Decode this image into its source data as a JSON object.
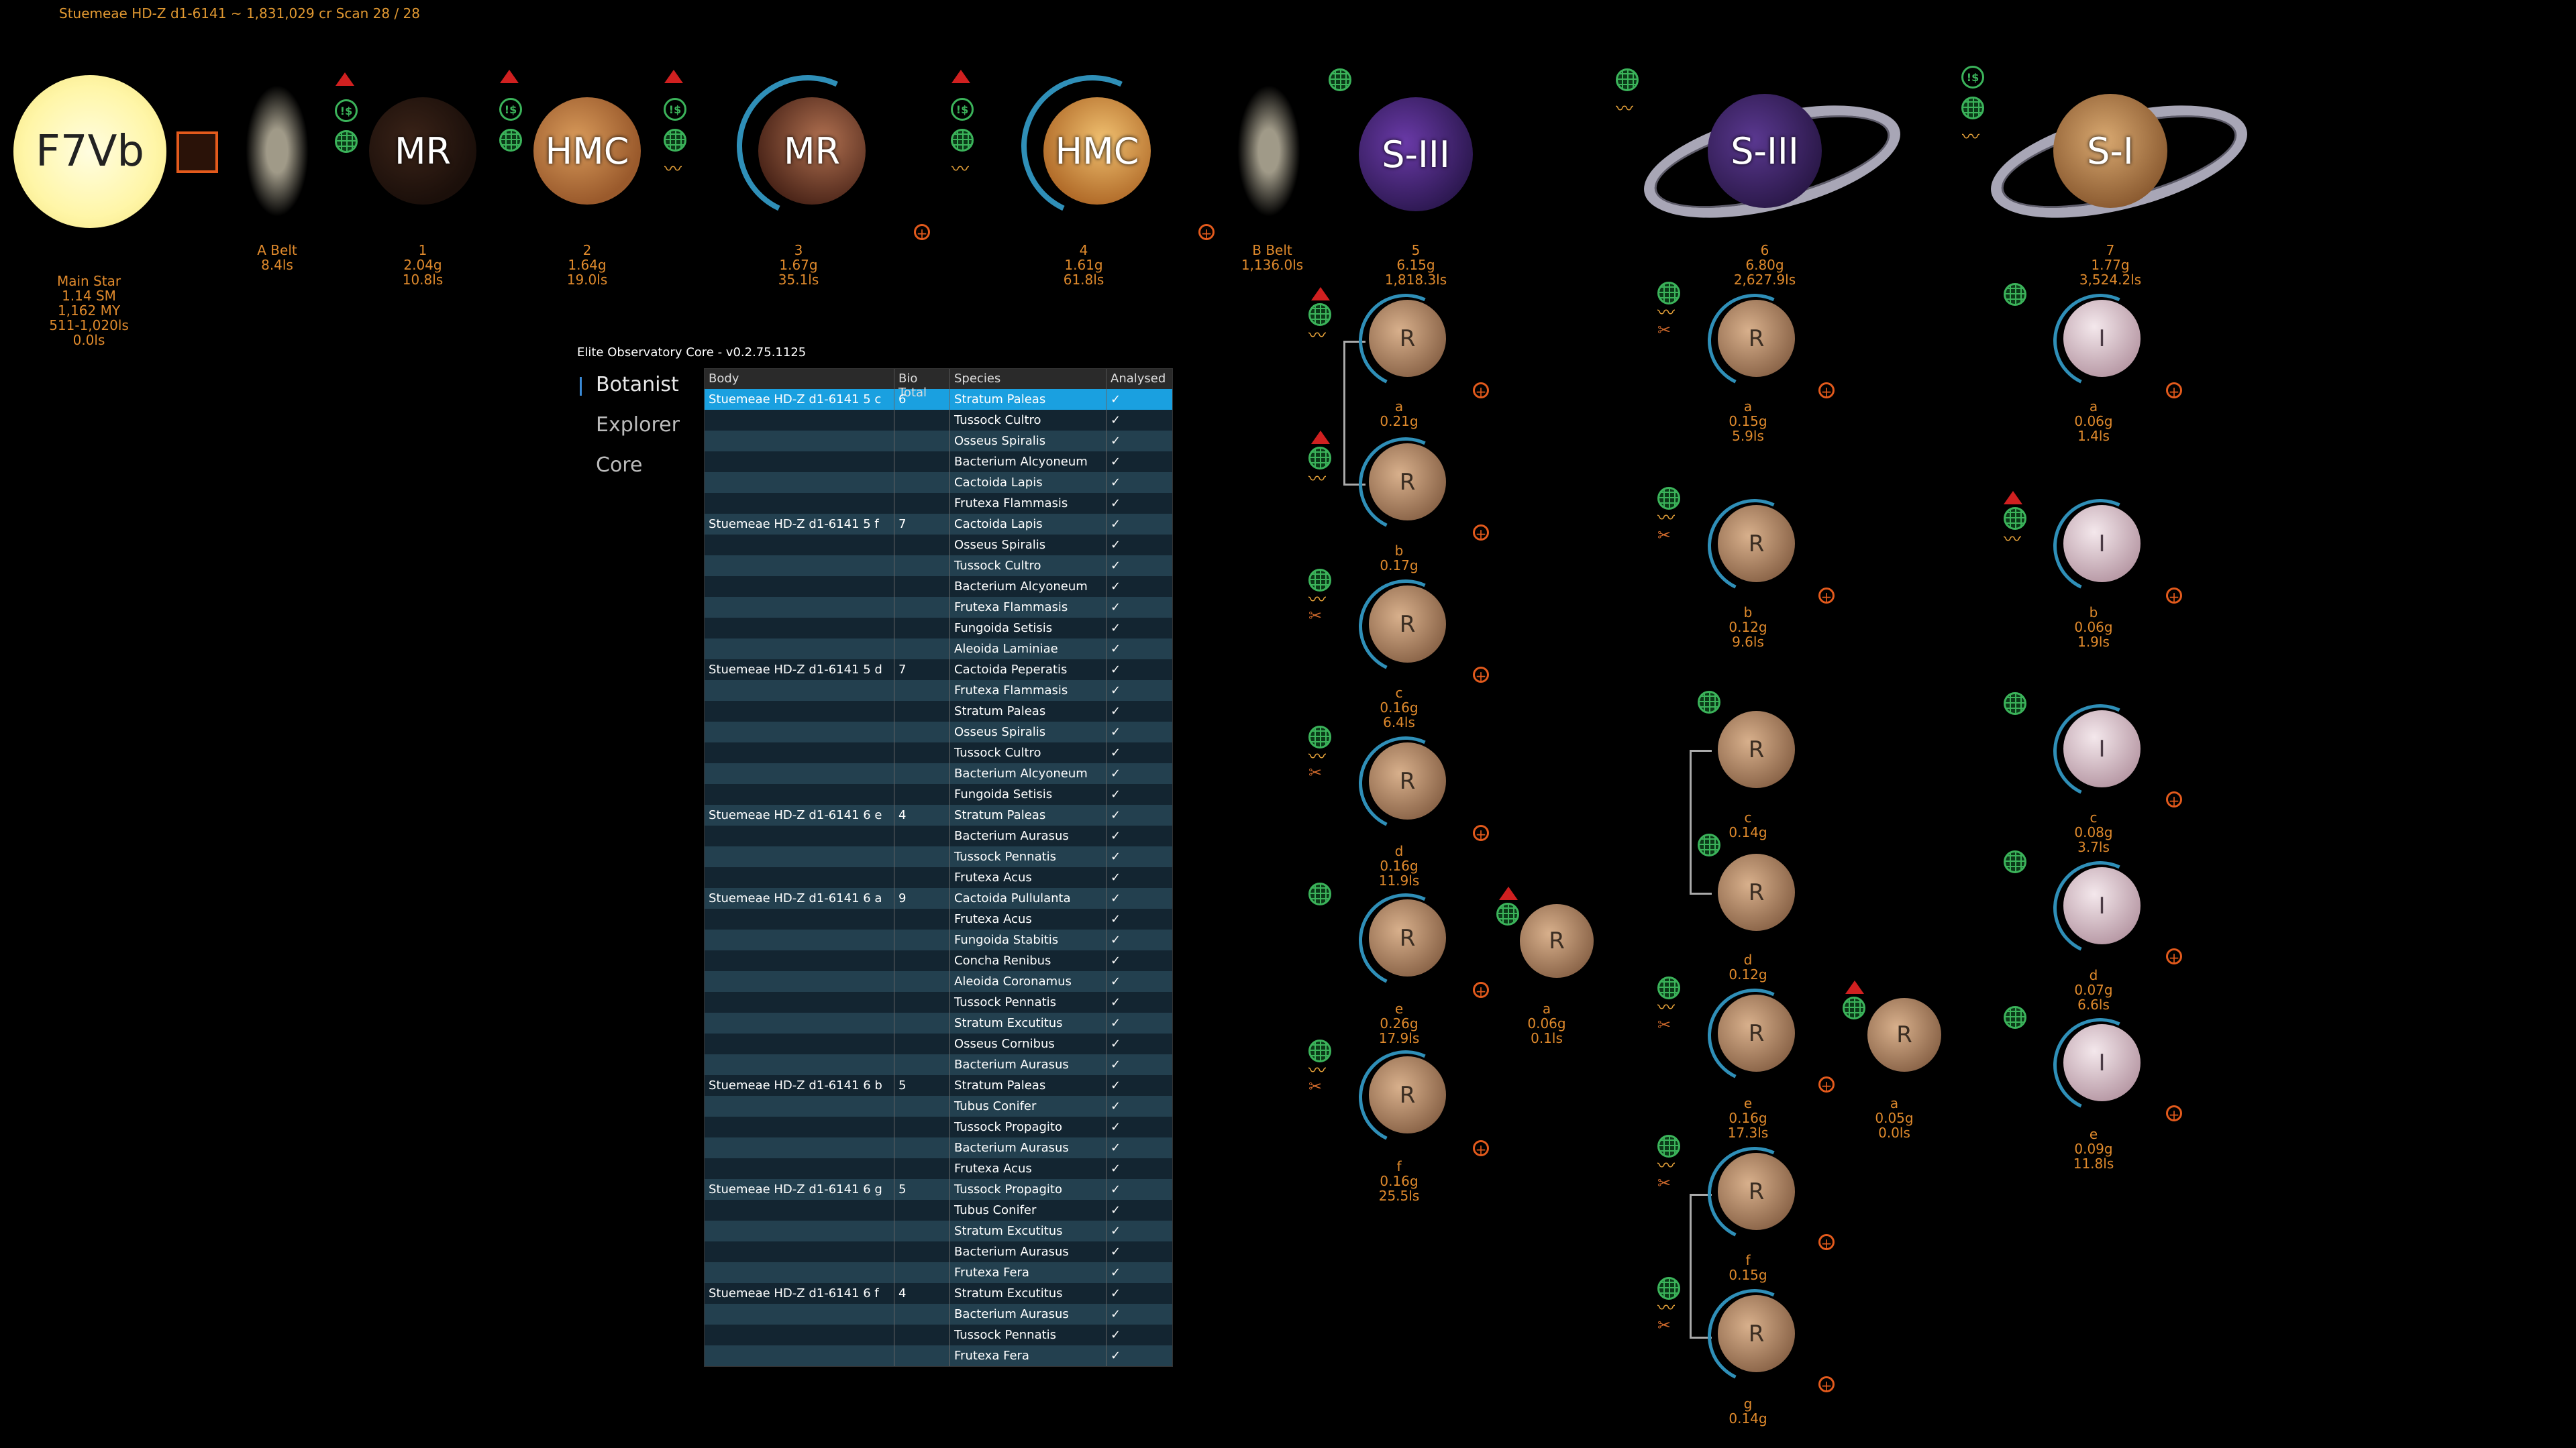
{
  "header": {
    "title": "Stuemeae HD-Z d1-6141 ~ 1,831,029 cr Scan 28 / 28"
  },
  "star": {
    "label": "F7Vb",
    "lines": [
      "Main Star",
      "1.14 SM",
      "1,162 MY",
      "511-1,020ls",
      "0.0ls"
    ]
  },
  "belts": [
    {
      "lines": [
        "A Belt",
        "8.4ls"
      ]
    },
    {
      "lines": [
        "B Belt",
        "1,136.0ls"
      ]
    }
  ],
  "planets": [
    {
      "label": "MR",
      "lines": [
        "1",
        "2.04g",
        "10.8ls"
      ]
    },
    {
      "label": "HMC",
      "lines": [
        "2",
        "1.64g",
        "19.0ls"
      ]
    },
    {
      "label": "MR",
      "lines": [
        "3",
        "1.67g",
        "35.1ls"
      ]
    },
    {
      "label": "HMC",
      "lines": [
        "4",
        "1.61g",
        "61.8ls"
      ]
    },
    {
      "label": "S-III",
      "lines": [
        "5",
        "6.15g",
        "1,818.3ls"
      ]
    },
    {
      "label": "S-III",
      "lines": [
        "6",
        "6.80g",
        "2,627.9ls"
      ]
    },
    {
      "label": "S-I",
      "lines": [
        "7",
        "1.77g",
        "3,524.2ls"
      ]
    }
  ],
  "moons5": [
    {
      "label": "R",
      "lines": [
        "a",
        "0.21g"
      ]
    },
    {
      "label": "R",
      "lines": [
        "b",
        "0.17g"
      ]
    },
    {
      "label": "R",
      "lines": [
        "c",
        "0.16g",
        "6.4ls"
      ]
    },
    {
      "label": "R",
      "lines": [
        "d",
        "0.16g",
        "11.9ls"
      ]
    },
    {
      "label": "R",
      "lines": [
        "e",
        "0.26g",
        "17.9ls"
      ]
    },
    {
      "label": "R",
      "lines": [
        "f",
        "0.16g",
        "25.5ls"
      ]
    }
  ],
  "sub5e": {
    "label": "R",
    "lines": [
      "a",
      "0.06g",
      "0.1ls"
    ]
  },
  "moons6": [
    {
      "label": "R",
      "lines": [
        "a",
        "0.15g",
        "5.9ls"
      ]
    },
    {
      "label": "R",
      "lines": [
        "b",
        "0.12g",
        "9.6ls"
      ]
    },
    {
      "label": "R",
      "lines": [
        "c",
        "0.14g"
      ]
    },
    {
      "label": "R",
      "lines": [
        "d",
        "0.12g"
      ]
    },
    {
      "label": "R",
      "lines": [
        "e",
        "0.16g",
        "17.3ls"
      ]
    },
    {
      "label": "R",
      "lines": [
        "f",
        "0.15g"
      ]
    },
    {
      "label": "R",
      "lines": [
        "g",
        "0.14g"
      ]
    }
  ],
  "sub6e": {
    "label": "R",
    "lines": [
      "a",
      "0.05g",
      "0.0ls"
    ]
  },
  "moons7": [
    {
      "label": "I",
      "lines": [
        "a",
        "0.06g",
        "1.4ls"
      ]
    },
    {
      "label": "I",
      "lines": [
        "b",
        "0.06g",
        "1.9ls"
      ]
    },
    {
      "label": "I",
      "lines": [
        "c",
        "0.08g",
        "3.7ls"
      ]
    },
    {
      "label": "I",
      "lines": [
        "d",
        "0.07g",
        "6.6ls"
      ]
    },
    {
      "label": "I",
      "lines": [
        "e",
        "0.09g",
        "11.8ls"
      ]
    }
  ],
  "icons": {
    "dollar": "!$"
  },
  "panel": {
    "title": "Elite Observatory Core - v0.2.75.1125",
    "nav": [
      "Botanist",
      "Explorer",
      "Core"
    ],
    "columns": [
      "Body",
      "Bio Total",
      "Species",
      "Analysed"
    ],
    "check": "✓",
    "rows": [
      [
        "Stuemeae HD-Z d1-6141 5 c",
        "6",
        "Stratum Paleas"
      ],
      [
        "",
        "",
        "Tussock Cultro"
      ],
      [
        "",
        "",
        "Osseus Spiralis"
      ],
      [
        "",
        "",
        "Bacterium Alcyoneum"
      ],
      [
        "",
        "",
        "Cactoida Lapis"
      ],
      [
        "",
        "",
        "Frutexa Flammasis"
      ],
      [
        "Stuemeae HD-Z d1-6141 5 f",
        "7",
        "Cactoida Lapis"
      ],
      [
        "",
        "",
        "Osseus Spiralis"
      ],
      [
        "",
        "",
        "Tussock Cultro"
      ],
      [
        "",
        "",
        "Bacterium Alcyoneum"
      ],
      [
        "",
        "",
        "Frutexa Flammasis"
      ],
      [
        "",
        "",
        "Fungoida Setisis"
      ],
      [
        "",
        "",
        "Aleoida Laminiae"
      ],
      [
        "Stuemeae HD-Z d1-6141 5 d",
        "7",
        "Cactoida Peperatis"
      ],
      [
        "",
        "",
        "Frutexa Flammasis"
      ],
      [
        "",
        "",
        "Stratum Paleas"
      ],
      [
        "",
        "",
        "Osseus Spiralis"
      ],
      [
        "",
        "",
        "Tussock Cultro"
      ],
      [
        "",
        "",
        "Bacterium Alcyoneum"
      ],
      [
        "",
        "",
        "Fungoida Setisis"
      ],
      [
        "Stuemeae HD-Z d1-6141 6 e",
        "4",
        "Stratum Paleas"
      ],
      [
        "",
        "",
        "Bacterium Aurasus"
      ],
      [
        "",
        "",
        "Tussock Pennatis"
      ],
      [
        "",
        "",
        "Frutexa Acus"
      ],
      [
        "Stuemeae HD-Z d1-6141 6 a",
        "9",
        "Cactoida Pullulanta"
      ],
      [
        "",
        "",
        "Frutexa Acus"
      ],
      [
        "",
        "",
        "Fungoida Stabitis"
      ],
      [
        "",
        "",
        "Concha Renibus"
      ],
      [
        "",
        "",
        "Aleoida Coronamus"
      ],
      [
        "",
        "",
        "Tussock Pennatis"
      ],
      [
        "",
        "",
        "Stratum Excutitus"
      ],
      [
        "",
        "",
        "Osseus Cornibus"
      ],
      [
        "",
        "",
        "Bacterium Aurasus"
      ],
      [
        "Stuemeae HD-Z d1-6141 6 b",
        "5",
        "Stratum Paleas"
      ],
      [
        "",
        "",
        "Tubus Conifer"
      ],
      [
        "",
        "",
        "Tussock Propagito"
      ],
      [
        "",
        "",
        "Bacterium Aurasus"
      ],
      [
        "",
        "",
        "Frutexa Acus"
      ],
      [
        "Stuemeae HD-Z d1-6141 6 g",
        "5",
        "Tussock Propagito"
      ],
      [
        "",
        "",
        "Tubus Conifer"
      ],
      [
        "",
        "",
        "Stratum Excutitus"
      ],
      [
        "",
        "",
        "Bacterium Aurasus"
      ],
      [
        "",
        "",
        "Frutexa Fera"
      ],
      [
        "Stuemeae HD-Z d1-6141 6 f",
        "4",
        "Stratum Excutitus"
      ],
      [
        "",
        "",
        "Bacterium Aurasus"
      ],
      [
        "",
        "",
        "Tussock Pennatis"
      ],
      [
        "",
        "",
        "Frutexa Fera"
      ]
    ]
  }
}
